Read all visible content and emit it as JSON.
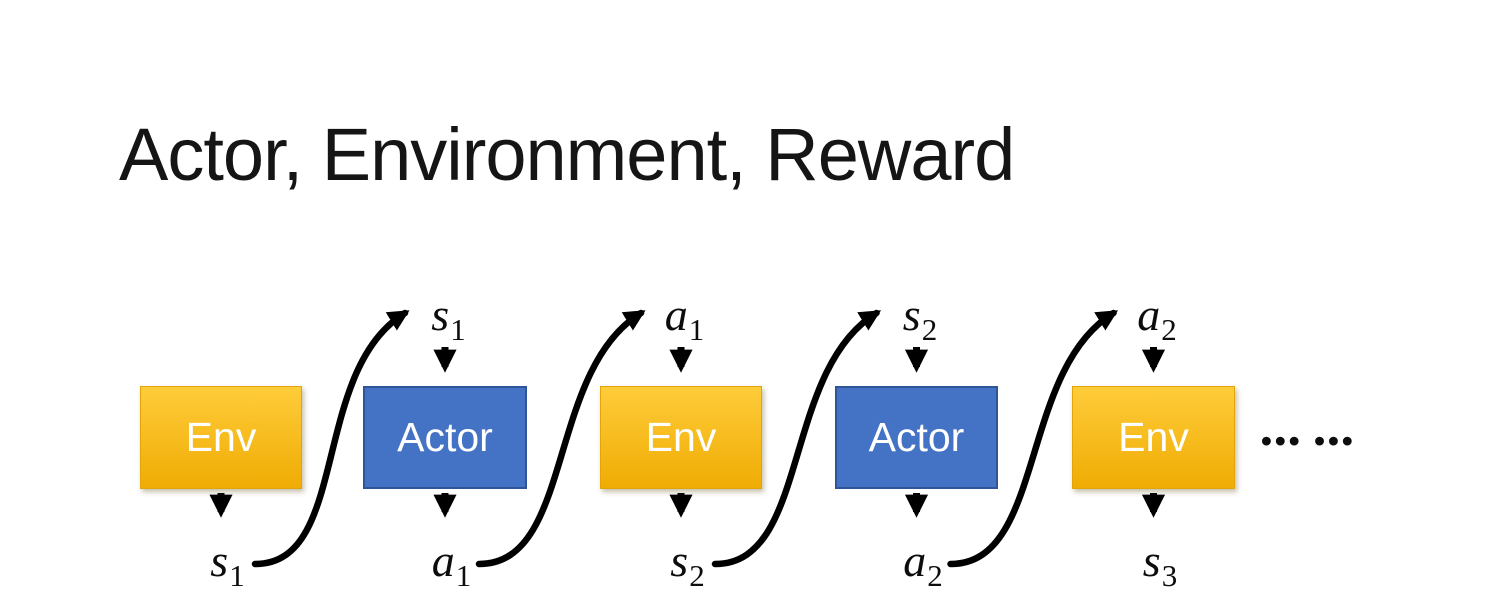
{
  "title": "Actor, Environment, Reward",
  "diagram": {
    "columns": [
      {
        "box": "Env",
        "type": "env",
        "top": null,
        "bottom": {
          "base": "s",
          "sub": "1"
        }
      },
      {
        "box": "Actor",
        "type": "actor",
        "top": {
          "base": "s",
          "sub": "1"
        },
        "bottom": {
          "base": "a",
          "sub": "1"
        }
      },
      {
        "box": "Env",
        "type": "env",
        "top": {
          "base": "a",
          "sub": "1"
        },
        "bottom": {
          "base": "s",
          "sub": "2"
        }
      },
      {
        "box": "Actor",
        "type": "actor",
        "top": {
          "base": "s",
          "sub": "2"
        },
        "bottom": {
          "base": "a",
          "sub": "2"
        }
      },
      {
        "box": "Env",
        "type": "env",
        "top": {
          "base": "a",
          "sub": "2"
        },
        "bottom": {
          "base": "s",
          "sub": "3"
        }
      }
    ],
    "ellipsis": "••• •••"
  },
  "colors": {
    "env_gradient_top": "#FFCC3A",
    "env_gradient_bottom": "#EFAC04",
    "actor_fill": "#4472C4",
    "actor_border": "#2F5597",
    "arrow": "#000000",
    "title_text": "#151515",
    "box_text": "#FFFFFF"
  }
}
